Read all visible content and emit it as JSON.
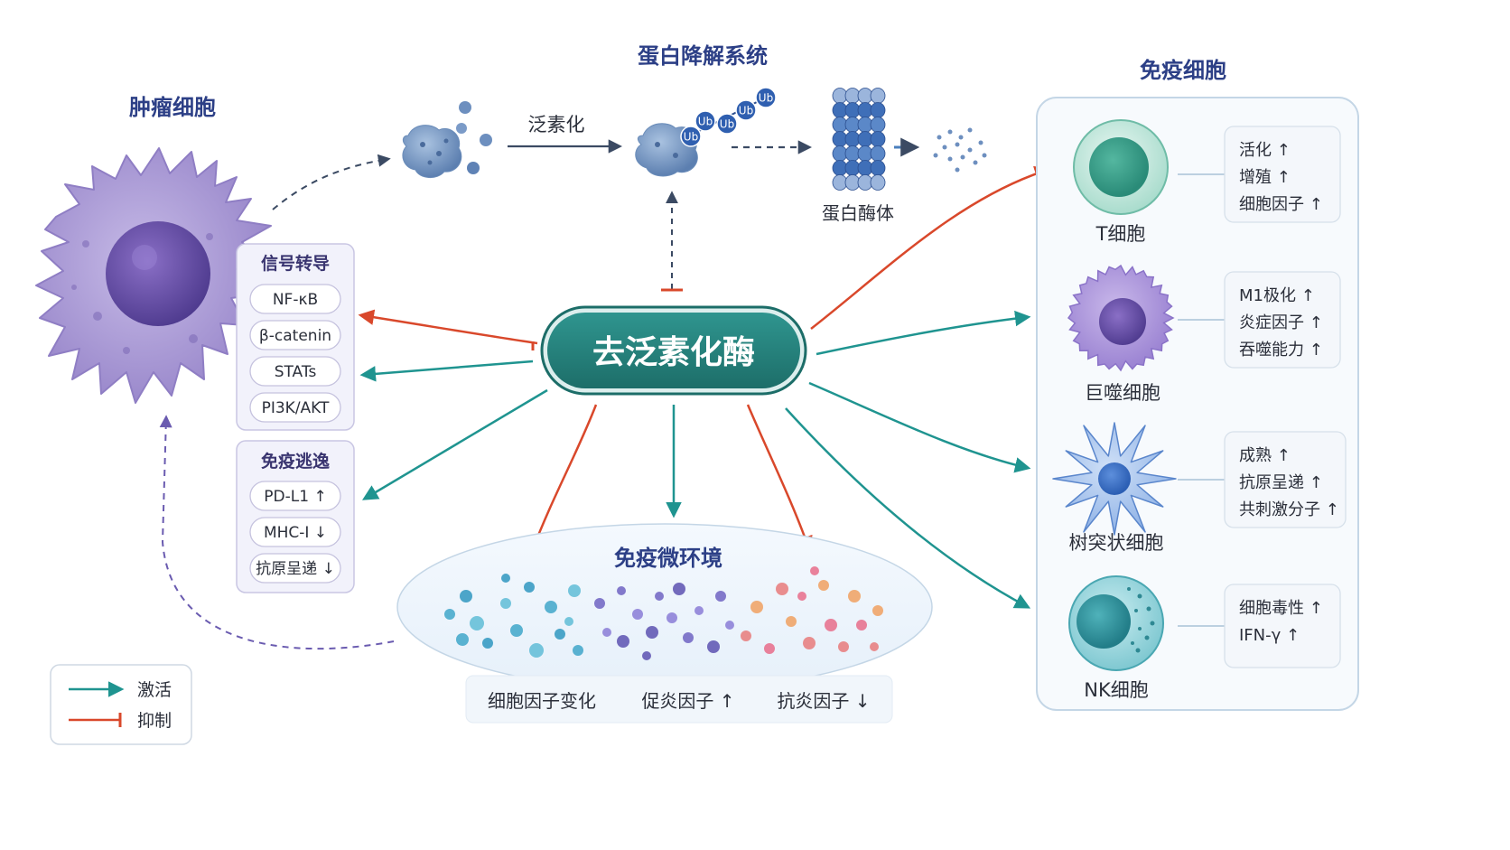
{
  "colors": {
    "activate": "#1f9490",
    "inhibit": "#d9482b",
    "core_fill": "#237f7a",
    "title": "#2c3f86",
    "tumor": "#9e8ccf",
    "panel_border": "#c4d6e6"
  },
  "core": {
    "label": "去泛素化酶"
  },
  "tumor": {
    "title": "肿瘤细胞",
    "icon": "tumor-cell-icon"
  },
  "signal_box": {
    "title": "信号转导",
    "items": [
      "NF-κB",
      "β-catenin",
      "STATs",
      "PI3K/AKT"
    ]
  },
  "escape_box": {
    "title": "免疫逃逸",
    "items": [
      "PD-L1 ↑",
      "MHC-I ↓",
      "抗原呈递 ↓"
    ]
  },
  "degradation": {
    "title": "蛋白降解系统",
    "ubiquitination_label": "泛素化",
    "ub_tag": "Ub",
    "proteasome_label": "蛋白酶体"
  },
  "microenvironment": {
    "title": "免疫微环境",
    "labels": [
      "细胞因子变化",
      "促炎因子 ↑",
      "抗炎因子 ↓"
    ]
  },
  "immune": {
    "title": "免疫细胞",
    "cells": [
      {
        "name": "T细胞",
        "effects": [
          "活化 ↑",
          "增殖 ↑",
          "细胞因子 ↑"
        ],
        "icon": "t-cell-icon"
      },
      {
        "name": "巨噬细胞",
        "effects": [
          "M1极化 ↑",
          "炎症因子 ↑",
          "吞噬能力 ↑"
        ],
        "icon": "macrophage-icon"
      },
      {
        "name": "树突状细胞",
        "effects": [
          "成熟 ↑",
          "抗原呈递 ↑",
          "共刺激分子 ↑"
        ],
        "icon": "dendritic-cell-icon"
      },
      {
        "name": "NK细胞",
        "effects": [
          "细胞毒性 ↑",
          "IFN-γ ↑"
        ],
        "icon": "nk-cell-icon"
      }
    ]
  },
  "legend": {
    "activate": "激活",
    "inhibit": "抑制"
  }
}
